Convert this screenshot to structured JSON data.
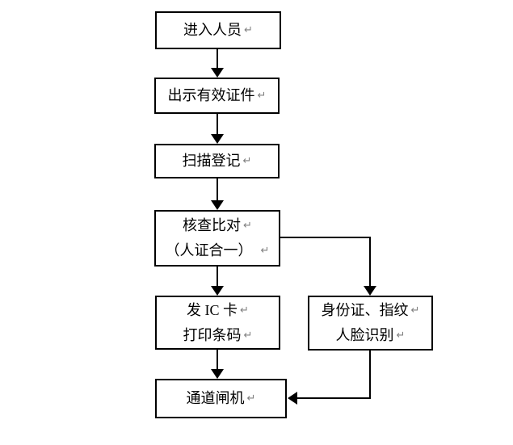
{
  "colors": {
    "line": "#000000",
    "text": "#000000",
    "return_mark": "#808080",
    "background": "#ffffff"
  },
  "return_mark": "↵",
  "nodes": [
    {
      "id": "enter-personnel",
      "lines": [
        "进入人员"
      ]
    },
    {
      "id": "show-valid-id",
      "lines": [
        "出示有效证件"
      ]
    },
    {
      "id": "scan-register",
      "lines": [
        "扫描登记"
      ]
    },
    {
      "id": "verify-compare",
      "lines": [
        "核查比对",
        "（人证合一）"
      ]
    },
    {
      "id": "issue-ic-card",
      "lines": [
        "发 IC 卡",
        "打印条码"
      ]
    },
    {
      "id": "id-fingerprint-face",
      "lines": [
        "身份证、指纹",
        "人脸识别"
      ]
    },
    {
      "id": "channel-gate",
      "lines": [
        "通道闸机"
      ]
    }
  ]
}
